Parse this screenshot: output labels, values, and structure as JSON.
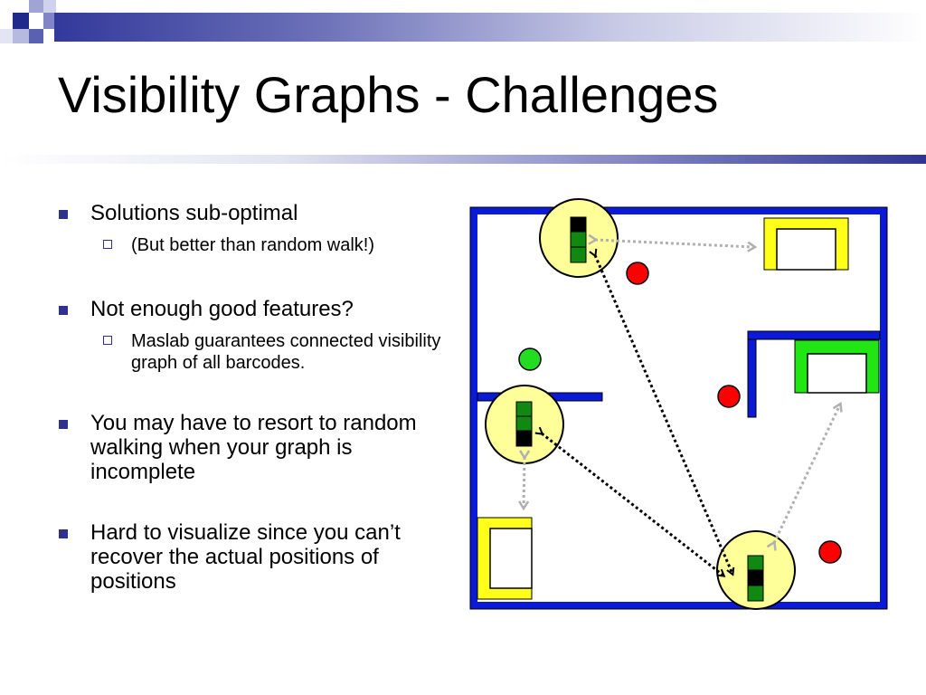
{
  "slide": {
    "title": "Visibility Graphs - Challenges",
    "bullets": [
      {
        "text": "Solutions sub-optimal",
        "subs": [
          "(But better than random walk!)"
        ]
      },
      {
        "text": "Not enough good features?",
        "subs": [
          "Maslab guarantees connected visibility graph of all barcodes."
        ]
      },
      {
        "text": "You may have to resort to random walking when your graph is incomplete",
        "subs": []
      },
      {
        "text": "Hard to visualize since you can’t recover the actual positions of positions",
        "subs": []
      }
    ]
  },
  "theme": {
    "accent": "#2e3192",
    "wall_color": "#0a1ad6",
    "yellow_block": "#ffff1a",
    "green_block": "#22e614",
    "robot_zone": "#ffff99",
    "red_ball": "#ff0000",
    "green_ball": "#22dd22",
    "barcode_dark": "#000000",
    "barcode_green": "#118811",
    "path_dark": "#000000",
    "path_light": "#b0b0b0"
  }
}
